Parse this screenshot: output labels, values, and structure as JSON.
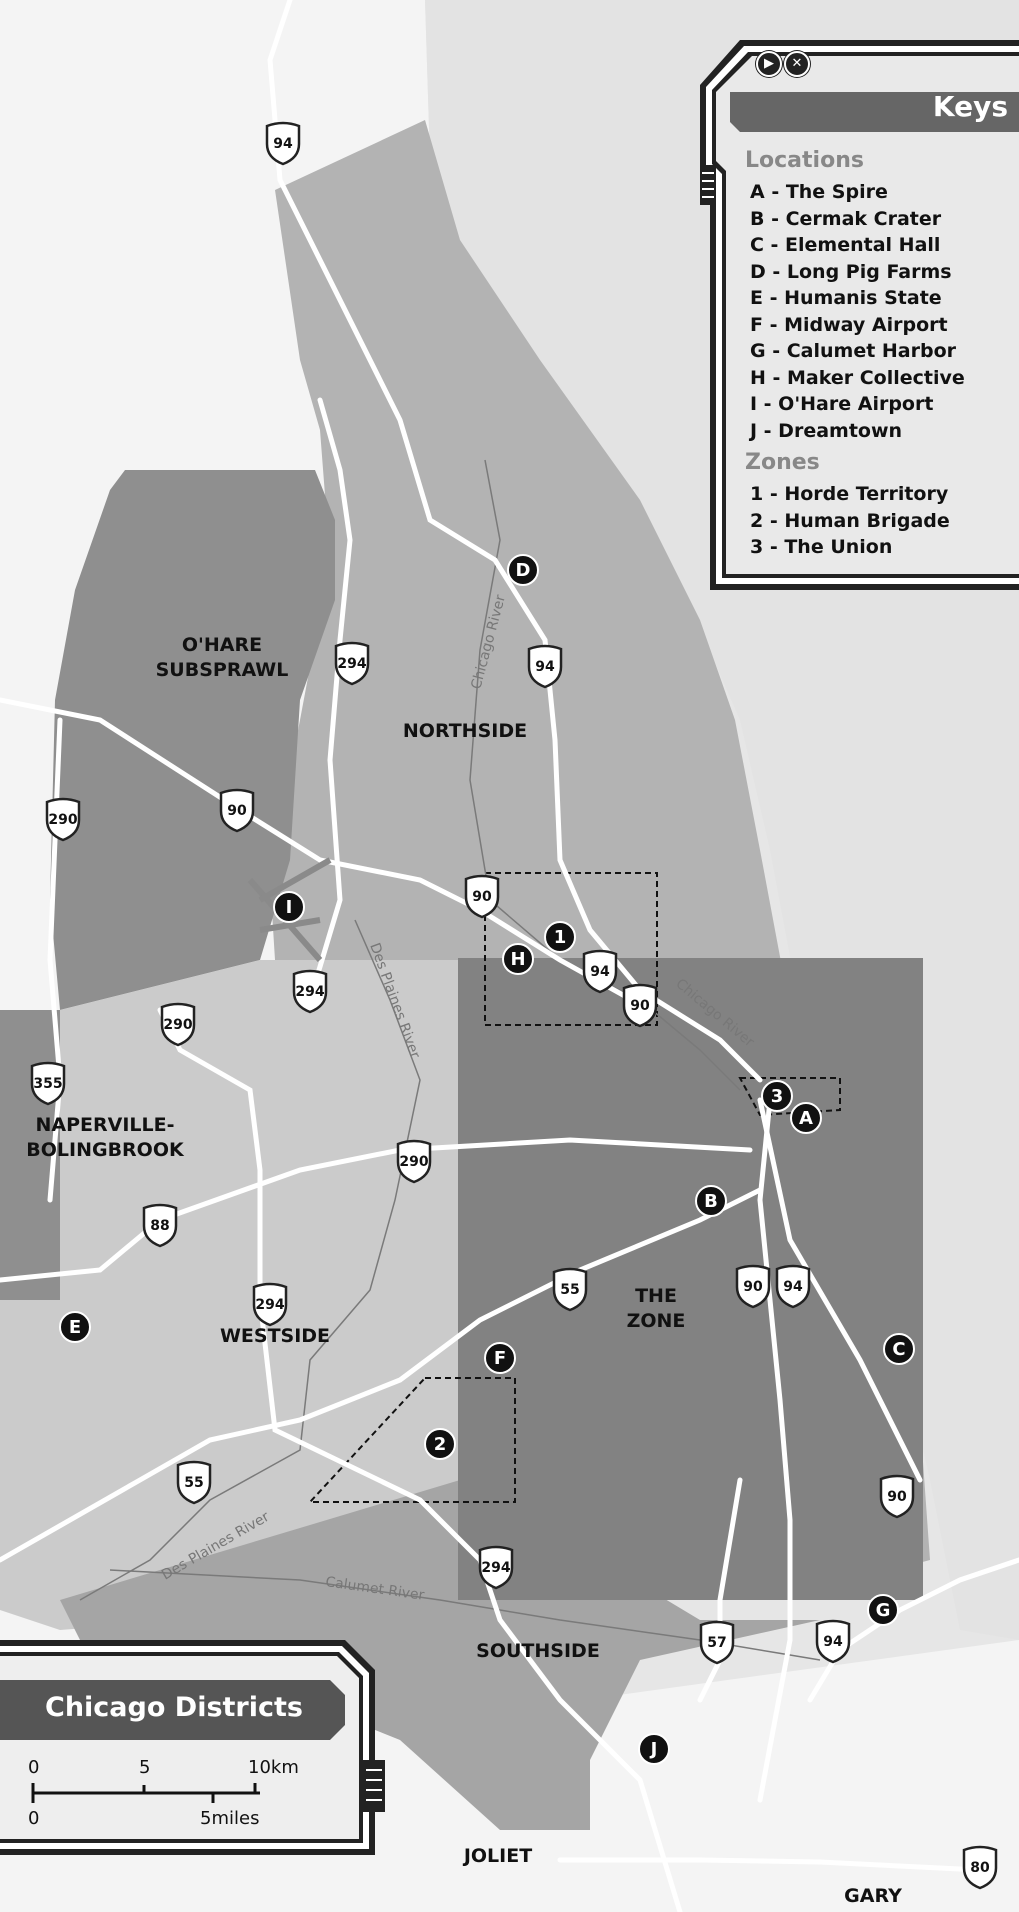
{
  "map": {
    "regions": {
      "ohare": "O'HARE",
      "ohare2": "SUBSPRAWL",
      "northside": "NORTHSIDE",
      "naperville": "NAPERVILLE-",
      "naperville2": "BOLINGBROOK",
      "westside": "WESTSIDE",
      "zone": "THE",
      "zone2": "ZONE",
      "southside": "SOUTHSIDE",
      "joliet": "JOLIET",
      "gary": "GARY"
    },
    "rivers": {
      "chicago1": "Chicago River",
      "chicago2": "Chicago River",
      "desplaines1": "Des Plaines River",
      "desplaines2": "Des Plaines River",
      "calumet": "Calumet River"
    },
    "shields": {
      "s94a": "94",
      "s94b": "94",
      "s94c": "94",
      "s94d": "94",
      "s94e": "94",
      "s294a": "294",
      "s294b": "294",
      "s294c": "294",
      "s294d": "294",
      "s90a": "90",
      "s90b": "90",
      "s90c": "90",
      "s90d": "90",
      "s90e": "90",
      "s290a": "290",
      "s290b": "290",
      "s290c": "290",
      "s355": "355",
      "s88": "88",
      "s55a": "55",
      "s55b": "55",
      "s57": "57",
      "s80": "80"
    },
    "markers": {
      "A": "A",
      "B": "B",
      "C": "C",
      "D": "D",
      "E": "E",
      "F": "F",
      "G": "G",
      "H": "H",
      "I": "I",
      "J": "J",
      "z1": "1",
      "z2": "2",
      "z3": "3"
    }
  },
  "keys": {
    "title": "Keys",
    "locations_heading": "Locations",
    "locations": [
      "A - The Spire",
      "B - Cermak Crater",
      "C - Elemental Hall",
      "D - Long Pig Farms",
      "E - Humanis State",
      "F - Midway Airport",
      "G - Calumet Harbor",
      "H - Maker Collective",
      "I - O'Hare Airport",
      "J - Dreamtown"
    ],
    "zones_heading": "Zones",
    "zones": [
      "1 - Horde Territory",
      "2 - Human Brigade",
      "3 - The Union"
    ],
    "play_icon": "play-icon",
    "close_icon": "close-icon"
  },
  "legend": {
    "title": "Chicago Districts",
    "km_0": "0",
    "km_5": "5",
    "km_10": "10km",
    "mi_0": "0",
    "mi_5": "5miles"
  },
  "colors": {
    "lake": "#e6e6e6",
    "dark_region": "#8f8f8f",
    "mid_region": "#b2b2b2",
    "light_region": "#cbcbcb",
    "zone": "#808080",
    "road": "#ffffff",
    "marker": "#111111"
  }
}
